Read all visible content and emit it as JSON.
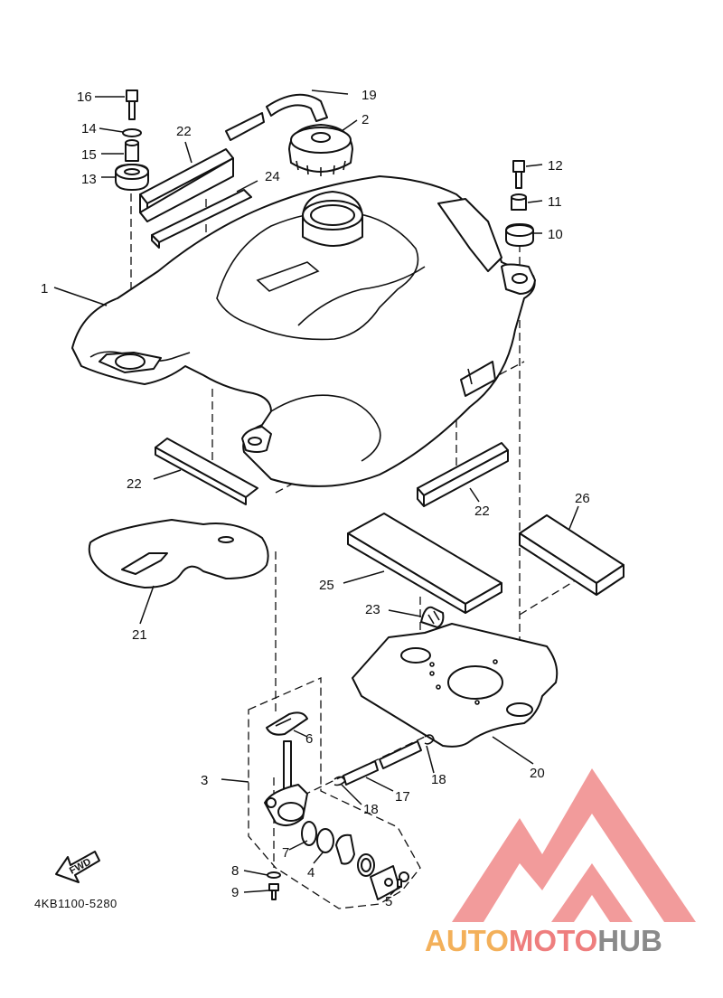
{
  "diagram": {
    "drawing_code": "4KB1100-5280",
    "fwd_label": "FWD",
    "callouts": {
      "p1": "1",
      "p2": "2",
      "p3": "3",
      "p4": "4",
      "p5": "5",
      "p6": "6",
      "p7": "7",
      "p8": "8",
      "p9": "9",
      "p10": "10",
      "p11": "11",
      "p12": "12",
      "p13": "13",
      "p14": "14",
      "p15": "15",
      "p16": "16",
      "p17": "17",
      "p18a": "18",
      "p18b": "18",
      "p19": "19",
      "p20": "20",
      "p21": "21",
      "p22a": "22",
      "p22b": "22",
      "p22c": "22",
      "p23": "23",
      "p24": "24",
      "p25": "25",
      "p26": "26"
    }
  },
  "watermark": {
    "part1": "AUTO",
    "part2": "MOTO",
    "part3": "HUB",
    "color_auto": "#f3b05a",
    "color_moto": "#ee7e7e",
    "color_hub": "#8a8a8a",
    "logo_color": "#f08a8a"
  }
}
